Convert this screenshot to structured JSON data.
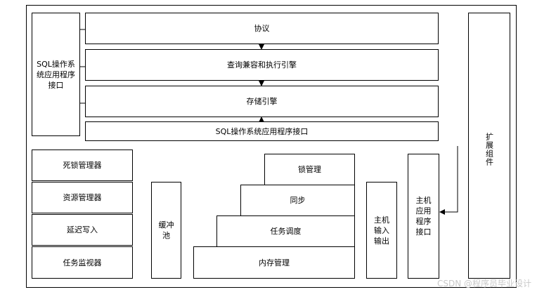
{
  "boxes": {
    "sql_api_left": "SQL操作系统应用程序接口",
    "protocol": "协议",
    "query_engine": "查询兼容和执行引擎",
    "storage_engine": "存储引擎",
    "sql_api_bottom": "SQL操作系统应用程序接口",
    "extension": "扩展组件",
    "deadlock": "死锁管理器",
    "resource": "资源管理器",
    "delay_write": "延迟写入",
    "task_monitor": "任务监视器",
    "buffer_pool": "缓冲池",
    "lock_mgmt": "锁管理",
    "sync": "同步",
    "task_sched": "任务调度",
    "mem_mgmt": "内存管理",
    "host_io": "主机输入输出",
    "host_api": "主机应用程序接口"
  },
  "watermark": "CSDN @程序员毕业设计"
}
